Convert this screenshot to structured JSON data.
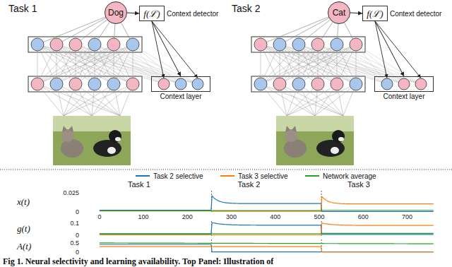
{
  "diagram": {
    "caption": "Fig 1. Neural selectivity and learning availability. Top Panel: Illustration of",
    "nodes": [
      {
        "text": [
          "Dog"
        ]
      },
      {
        "text": [
          "f(ℒ)",
          "Context detector"
        ]
      },
      {
        "text": [
          "Context layer"
        ]
      },
      {
        "text": [
          "Cat"
        ]
      },
      {
        "text": [
          "f(ℒ)",
          "Context detector"
        ]
      },
      {
        "text": [
          "Context layer"
        ]
      }
    ],
    "edges": [
      {
        "from": 0,
        "to": 1,
        "arrow": "to"
      },
      {
        "from": 1,
        "to": 2,
        "arrow": "to"
      },
      {
        "from": 3,
        "to": 4,
        "arrow": "to"
      },
      {
        "from": 4,
        "to": 5,
        "arrow": "to"
      }
    ],
    "labels": [
      "Task 1",
      "Task 2",
      "x(t)",
      "g(t)",
      "A(t)",
      "Task 1",
      "Task 2",
      "Task 3",
      "0.025",
      "0",
      "0.1",
      "0",
      "0.5",
      "0",
      "0",
      "100",
      "200",
      "300",
      "400",
      "500",
      "600",
      "700"
    ],
    "legend": [
      {
        "text": "Task 2 selective",
        "color": "#1f77b4"
      },
      {
        "text": "Task 3 selective",
        "color": "#ff7f0e"
      },
      {
        "text": "Network average",
        "color": "#2ca02c"
      }
    ]
  }
}
